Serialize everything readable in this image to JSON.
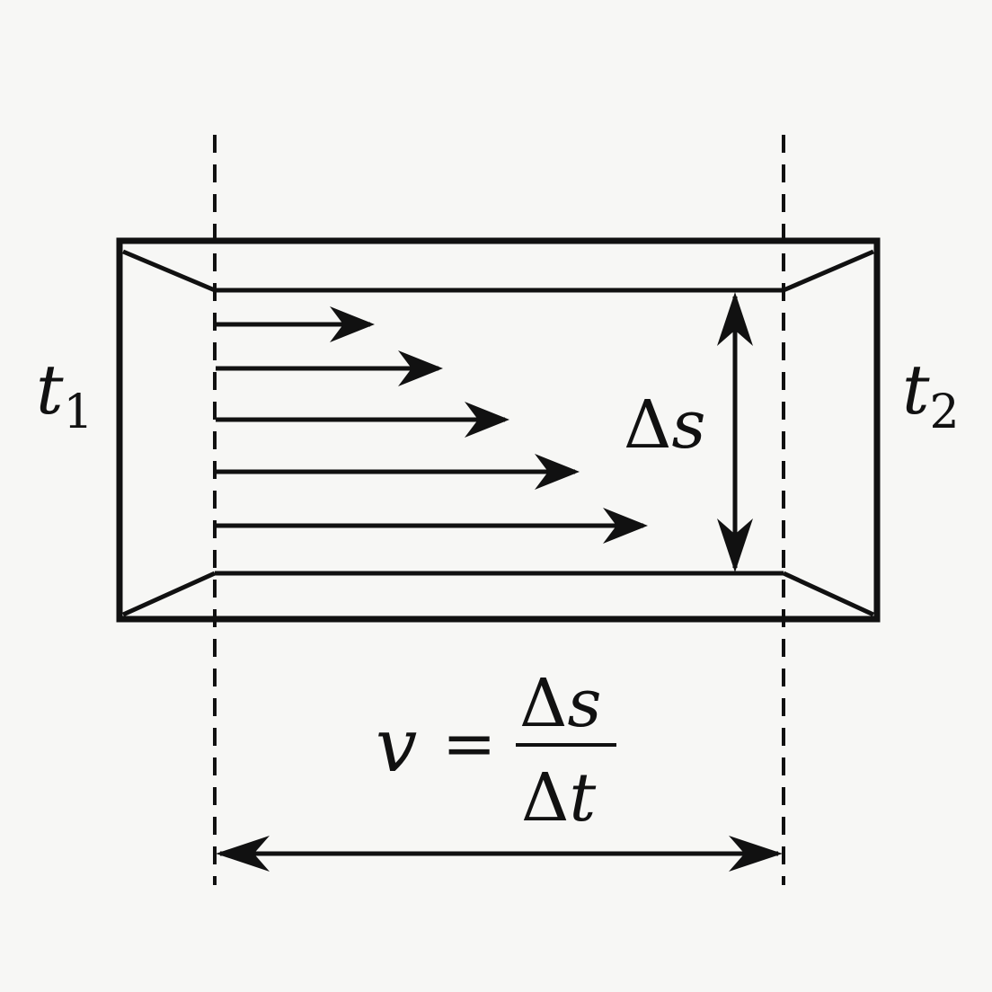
{
  "diagram": {
    "labels": {
      "t1_var": "t",
      "t1_sub": "1",
      "t2_var": "t",
      "t2_sub": "2",
      "delta_s_symbol": "Δ",
      "delta_s_var": "s",
      "formula_lhs_var": "v",
      "formula_equals": "=",
      "formula_num_symbol": "Δ",
      "formula_num_var": "s",
      "formula_den_symbol": "Δ",
      "formula_den_var": "t"
    },
    "colors": {
      "ink": "#111111",
      "background": "#f7f7f5"
    }
  }
}
